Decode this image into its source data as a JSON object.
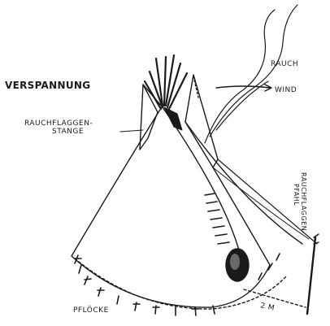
{
  "title": "VERSPANNUNG",
  "labels": {
    "rauchflaggen_stange_line1": "RAUCHFLAGGEN-",
    "rauchflaggen_stange_line2": "STANGE",
    "rauch": "RAUCH",
    "wind": "WIND",
    "rauchflaggen_pfahl_line1": "RAUCHFLAGGEN-",
    "rauchflaggen_pfahl_line2": "PFAHL",
    "pfloecke": "PFLÖCKE",
    "distance": "2 M"
  },
  "colors": {
    "ink": "#1a1a1a",
    "paper": "#ffffff"
  }
}
